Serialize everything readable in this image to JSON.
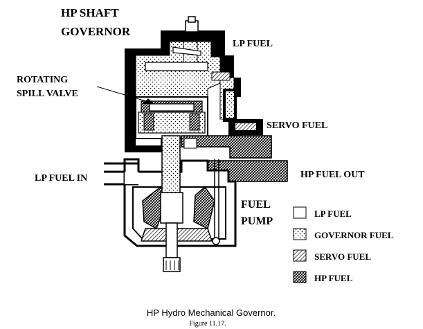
{
  "labels": {
    "title_line1": "HP SHAFT",
    "title_line2": "GOVERNOR",
    "rotating_line1": "ROTATING",
    "rotating_line2": "SPILL VALVE",
    "lp_fuel_top": "LP FUEL",
    "servo_fuel": "SERVO FUEL",
    "hp_fuel_out": "HP FUEL OUT",
    "lp_fuel_in": "LP FUEL IN",
    "pump_line1": "FUEL",
    "pump_line2": "PUMP"
  },
  "legend": [
    {
      "label": "LP FUEL",
      "pattern": "lp"
    },
    {
      "label": "GOVERNOR FUEL",
      "pattern": "gov"
    },
    {
      "label": "SERVO FUEL",
      "pattern": "servo"
    },
    {
      "label": "HP FUEL",
      "pattern": "hp"
    }
  ],
  "caption": "HP Hydro Mechanical Governor.",
  "figure_number": "Figure 11.17.",
  "colors": {
    "ink": "#000000",
    "background": "#ffffff",
    "lp_fill": "#ffffff"
  }
}
